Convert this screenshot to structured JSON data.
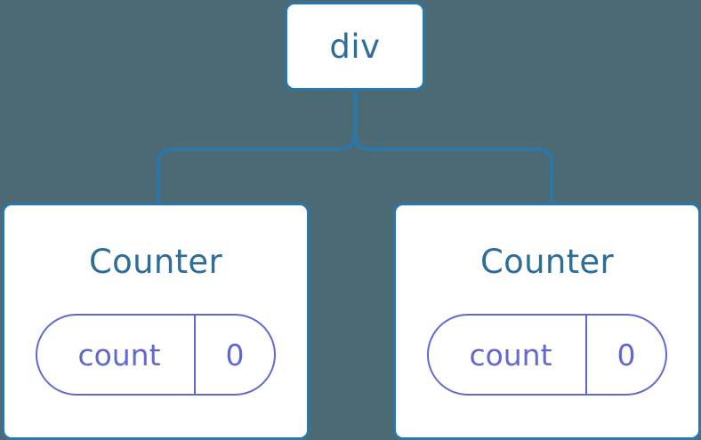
{
  "diagram": {
    "type": "component-tree",
    "background_color": "#4b6a74",
    "node_fill": "#ffffff",
    "node_border_color": "#2a78ab",
    "node_label_color": "#2d6e99",
    "pill_color": "#6169d0",
    "connector_color": "#2a78ab",
    "root": {
      "label": "div"
    },
    "children": [
      {
        "title": "Counter",
        "state": {
          "key": "count",
          "value": "0"
        }
      },
      {
        "title": "Counter",
        "state": {
          "key": "count",
          "value": "0"
        }
      }
    ],
    "edges": [
      {
        "from": "div",
        "to": "Counter (left)"
      },
      {
        "from": "div",
        "to": "Counter (right)"
      }
    ]
  }
}
